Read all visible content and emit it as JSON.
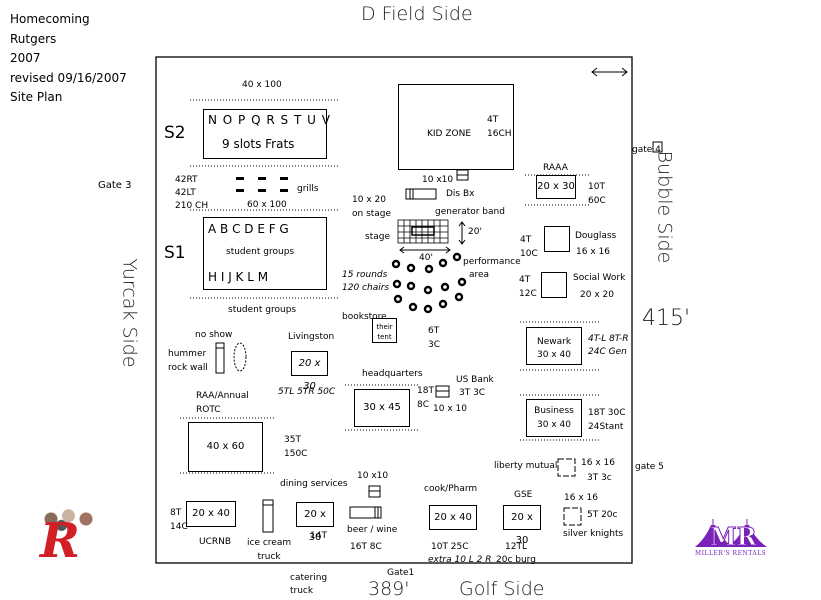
{
  "header": {
    "lines": [
      "Homecoming",
      "Rutgers",
      "2007",
      "revised 09/16/2007",
      "Site Plan"
    ]
  },
  "sides": {
    "top": "D Field Side",
    "right": "Bubble Side",
    "left": "Yurcak Side",
    "bottom": "Golf Side",
    "right_length": "415'",
    "bottom_length": "389'"
  },
  "gates": {
    "gate1": "Gate1",
    "gate3": "Gate 3",
    "gate4": "gate 4",
    "gate5": "gate 5"
  },
  "s2": {
    "label": "S2",
    "dims": "40 x 100",
    "letters": "N O P Q R S T U V",
    "note": "9 slots   Frats"
  },
  "grills": {
    "label": "grills",
    "notes": [
      "42RT",
      "42LT",
      "210 CH"
    ]
  },
  "s1": {
    "label": "S1",
    "dims": "60 x 100",
    "top_letters": "A  B  C  D  E  F  G",
    "inner": "student groups",
    "bottom_letters": "H   I   J   K   L  M",
    "below": "student groups"
  },
  "kid_zone": {
    "label": "KID ZONE",
    "notes": [
      "4T",
      "16CH"
    ],
    "annex_dims": "10 x10"
  },
  "dis_bx": "Dis Bx",
  "stage": {
    "label": "stage",
    "above": [
      "10 x 20",
      "on stage"
    ],
    "generator": "generator band",
    "height": "20'",
    "width": "40'",
    "seating": [
      "15 rounds",
      "120 chairs"
    ],
    "performance": [
      "performance",
      "area"
    ]
  },
  "raaa": {
    "label": "RAAA",
    "dims": "20 x 30",
    "notes": [
      "10T",
      "60C"
    ]
  },
  "douglass": {
    "label": "Douglass",
    "dims": "16 x 16",
    "notes": [
      "4T",
      "10C"
    ]
  },
  "social_work": {
    "label": "Social Work",
    "dims": "20 x 20",
    "notes": [
      "4T",
      "12C"
    ]
  },
  "newark": {
    "label": "Newark",
    "dims": "30 x 40",
    "notes": [
      "4T-L 8T-R",
      "24C Gen"
    ]
  },
  "bookstore": {
    "label": "bookstore",
    "tent": [
      "their",
      "tent"
    ],
    "notes": [
      "6T",
      "3C"
    ]
  },
  "no_show": {
    "label": "no show",
    "items": [
      "hummer",
      "rock wall"
    ]
  },
  "livingston": {
    "label": "Livingston",
    "dims": "20 x 30",
    "notes": "5TL 5TR 50C"
  },
  "rotc": {
    "label": [
      "RAA/Annual",
      "ROTC"
    ],
    "dims": "40 x 60",
    "notes": [
      "35T",
      "150C"
    ]
  },
  "headquarters": {
    "label": "headquarters",
    "dims": "30 x 45",
    "notes": [
      "18T",
      "8C"
    ]
  },
  "us_bank": {
    "label": "US Bank",
    "notes": "3T 3C",
    "dims": "10 x 10"
  },
  "business": {
    "label": "Business",
    "dims": "30 x 40",
    "notes": [
      "18T   30C",
      "24Stant"
    ]
  },
  "liberty_mutual": {
    "label": "liberty mutual",
    "dims": "16 x 16",
    "notes": "3T 3c"
  },
  "ucrnb": {
    "label": "UCRNB",
    "dims": "20 x 40",
    "notes": [
      "8T",
      "14C"
    ]
  },
  "ice_cream": [
    "ice cream",
    "truck"
  ],
  "dining": {
    "label": "dining services",
    "dims": "20 x 30",
    "notes": "14T"
  },
  "beer_wine": {
    "dims": "10 x10",
    "label": "beer / wine",
    "notes": "16T  8C"
  },
  "catering": [
    "catering",
    "truck"
  ],
  "cook_pharm": {
    "label": "cook/Pharm",
    "dims": "20 x 40",
    "notes": "10T 25C",
    "extra": "extra 10 L 2 R"
  },
  "gse": {
    "label": "GSE",
    "dims": "20 x 30",
    "notes": "12TL",
    "extra": "20c burg"
  },
  "silver_knights": {
    "label": "silver knights",
    "dims": "16 x 16",
    "notes": "5T 20c"
  },
  "logos": {
    "millers": "MILLER'S RENTALS",
    "millers_mark": "MR",
    "rutgers_mark": "R"
  },
  "colors": {
    "rutgers_red": "#d21f26",
    "millers_purple": "#7a22b8"
  }
}
